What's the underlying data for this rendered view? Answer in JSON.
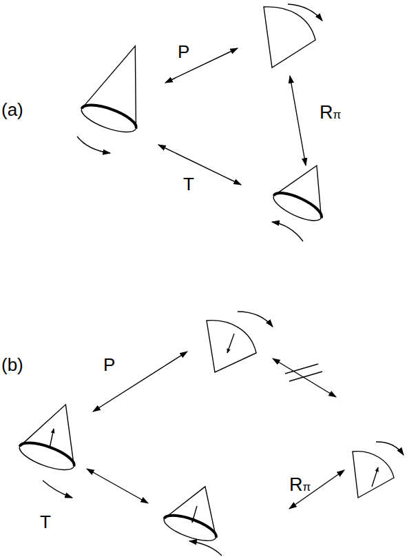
{
  "diagram": {
    "labels": [
      "(a)",
      "P",
      "Rπ",
      "T",
      "(b)",
      "P",
      "Rπ",
      "T"
    ]
  }
}
